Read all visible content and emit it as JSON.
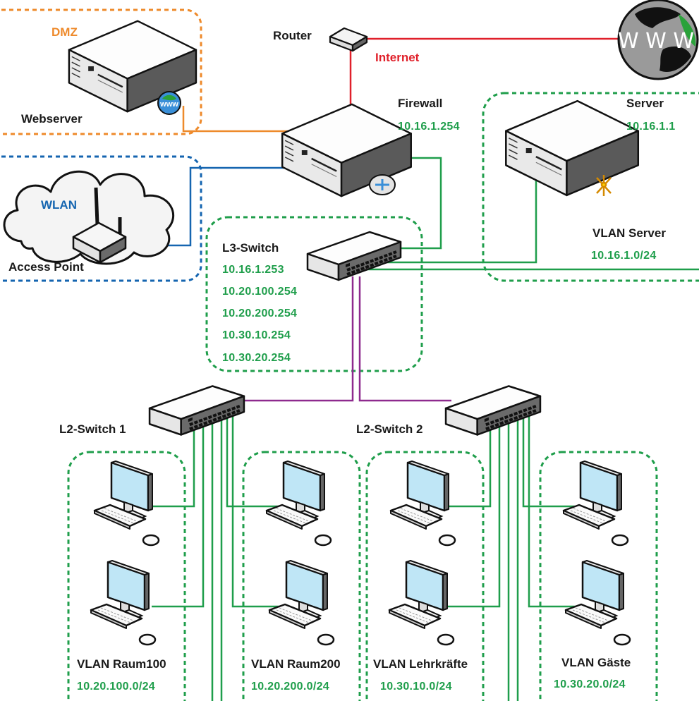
{
  "colors": {
    "green": "#1f9e4b",
    "orange": "#ee8a2b",
    "blue": "#1565b0",
    "red": "#e0202a",
    "purple": "#8e2a8e",
    "text": "#1a1a1a"
  },
  "internet": {
    "label": "Internet",
    "globe_text": "W W W",
    "globe_icon": "www-globe-icon"
  },
  "router": {
    "label": "Router"
  },
  "firewall": {
    "label": "Firewall",
    "ip": "10.16.1.254"
  },
  "dmz": {
    "label": "DMZ",
    "server_label": "Webserver"
  },
  "wlan": {
    "label": "WLAN",
    "ap_label": "Access Point"
  },
  "server_zone": {
    "server_label": "Server",
    "server_ip": "10.16.1.1",
    "vlan_label": "VLAN Server",
    "vlan_net": "10.16.1.0/24"
  },
  "l3_switch": {
    "label": "L3-Switch",
    "ips": [
      "10.16.1.253",
      "10.20.100.254",
      "10.20.200.254",
      "10.30.10.254",
      "10.30.20.254"
    ]
  },
  "l2_switch_1": {
    "label": "L2-Switch 1"
  },
  "l2_switch_2": {
    "label": "L2-Switch 2"
  },
  "vlans": [
    {
      "label": "VLAN Raum100",
      "net": "10.20.100.0/24"
    },
    {
      "label": "VLAN Raum200",
      "net": "10.20.200.0/24"
    },
    {
      "label": "VLAN Lehrkräfte",
      "net": "10.30.10.0/24"
    },
    {
      "label": "VLAN Gäste",
      "net": "10.30.20.0/24"
    }
  ]
}
